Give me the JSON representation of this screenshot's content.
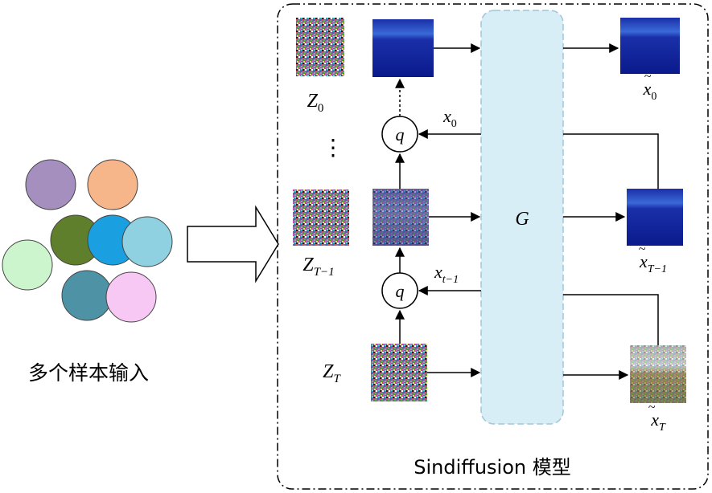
{
  "left_caption": "多个样本输入",
  "model_caption": "Sindiffusion 模型",
  "g_label": "G",
  "q_label": "q",
  "noise_labels": [
    {
      "base": "Z",
      "sub": "0"
    },
    {
      "base": "Z",
      "sub": "T−1"
    },
    {
      "base": "Z",
      "sub": "T"
    }
  ],
  "x_labels": [
    {
      "base": "x",
      "sub": "0"
    },
    {
      "base": "x",
      "sub": "t−1"
    }
  ],
  "output_labels": [
    {
      "base": "x",
      "tilde": "~",
      "sub": "0"
    },
    {
      "base": "x",
      "tilde": "~",
      "sub": "T−1"
    },
    {
      "base": "x",
      "tilde": "~",
      "sub": "T"
    }
  ],
  "ellipsis": "⋮",
  "sample_circle_colors": [
    "#a58fbf",
    "#f7b58a",
    "#cdf5cd",
    "#5f7f2d",
    "#1aa0e0",
    "#8fd1e1",
    "#4d93a5",
    "#f8c8f5"
  ],
  "colors": {
    "g_block_fill": "#d8eef7",
    "g_block_stroke": "#9fc6d8",
    "spectrogram_dark": "#0a1a8c",
    "spectrogram_light": "#3a6ad8",
    "line": "#000000"
  }
}
